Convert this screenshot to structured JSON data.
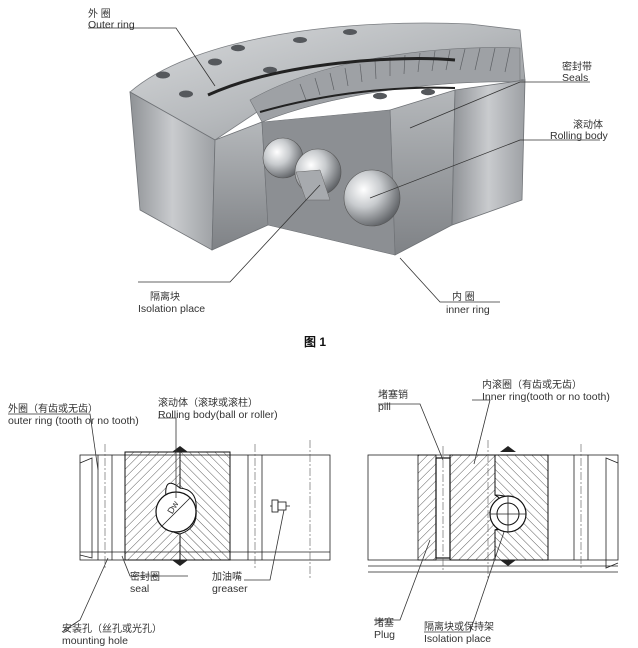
{
  "figure": {
    "caption": "图 1"
  },
  "photo_labels": {
    "outer_ring": {
      "zh": "外 圈",
      "en": "Outer ring"
    },
    "seals": {
      "zh": "密封带",
      "en": "Seals"
    },
    "rolling_body": {
      "zh": "滚动体",
      "en": "Rolling body"
    },
    "isolation_place": {
      "zh": "隔离块",
      "en": "Isolation place"
    },
    "inner_ring": {
      "zh": "内 圈",
      "en": "inner ring"
    }
  },
  "drawing_left": {
    "outer_ring": {
      "zh": "外圈（有齿或无齿）",
      "en": "outer ring (tooth or no tooth)"
    },
    "rolling_body": {
      "zh": "滚动体（滚球或滚柱）",
      "en": "Rolling body(ball or roller)"
    },
    "seal": {
      "zh": "密封圈",
      "en": "seal"
    },
    "greaser": {
      "zh": "加油嘴",
      "en": "greaser"
    },
    "mounting_hole": {
      "zh": "安装孔（丝孔或光孔）",
      "en": "mounting hole"
    },
    "ball_dim": "Dw"
  },
  "drawing_right": {
    "pill": {
      "zh": "堵塞销",
      "en": "pill"
    },
    "inner_ring": {
      "zh": "内滚圈（有齿或无齿）",
      "en": "Inner ring(tooth or no tooth)"
    },
    "plug": {
      "zh": "堵塞",
      "en": "Plug"
    },
    "isolation": {
      "zh": "隔离块或保持架",
      "en": "Isolation place"
    }
  }
}
